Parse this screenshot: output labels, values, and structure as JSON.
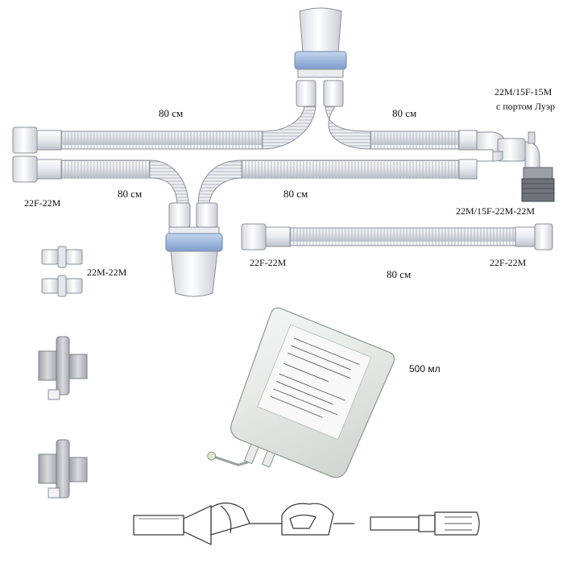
{
  "labels": {
    "len_top_left": "80 см",
    "len_top_right": "80 см",
    "len_bottom_left": "80 см",
    "len_bottom_right": "80 см",
    "len_single_tube": "80 см",
    "adapter_elbow_line1": "22M/15F-15M",
    "adapter_elbow_line2": "с портом Луэр",
    "elbow_end": "22M/15F-22M-22M",
    "tube_end_left_circuit": "22F-22M",
    "single_tube_left_end": "22F-22M",
    "single_tube_right_end": "22F-22M",
    "connectors": "22M-22M",
    "bag_volume": "500 мл"
  },
  "colors": {
    "tube_stroke": "#8a8f98",
    "tube_fill": "#eef0f3",
    "ring_blue": "#9fb9dd",
    "cup_fill": "#f3f4f6"
  }
}
